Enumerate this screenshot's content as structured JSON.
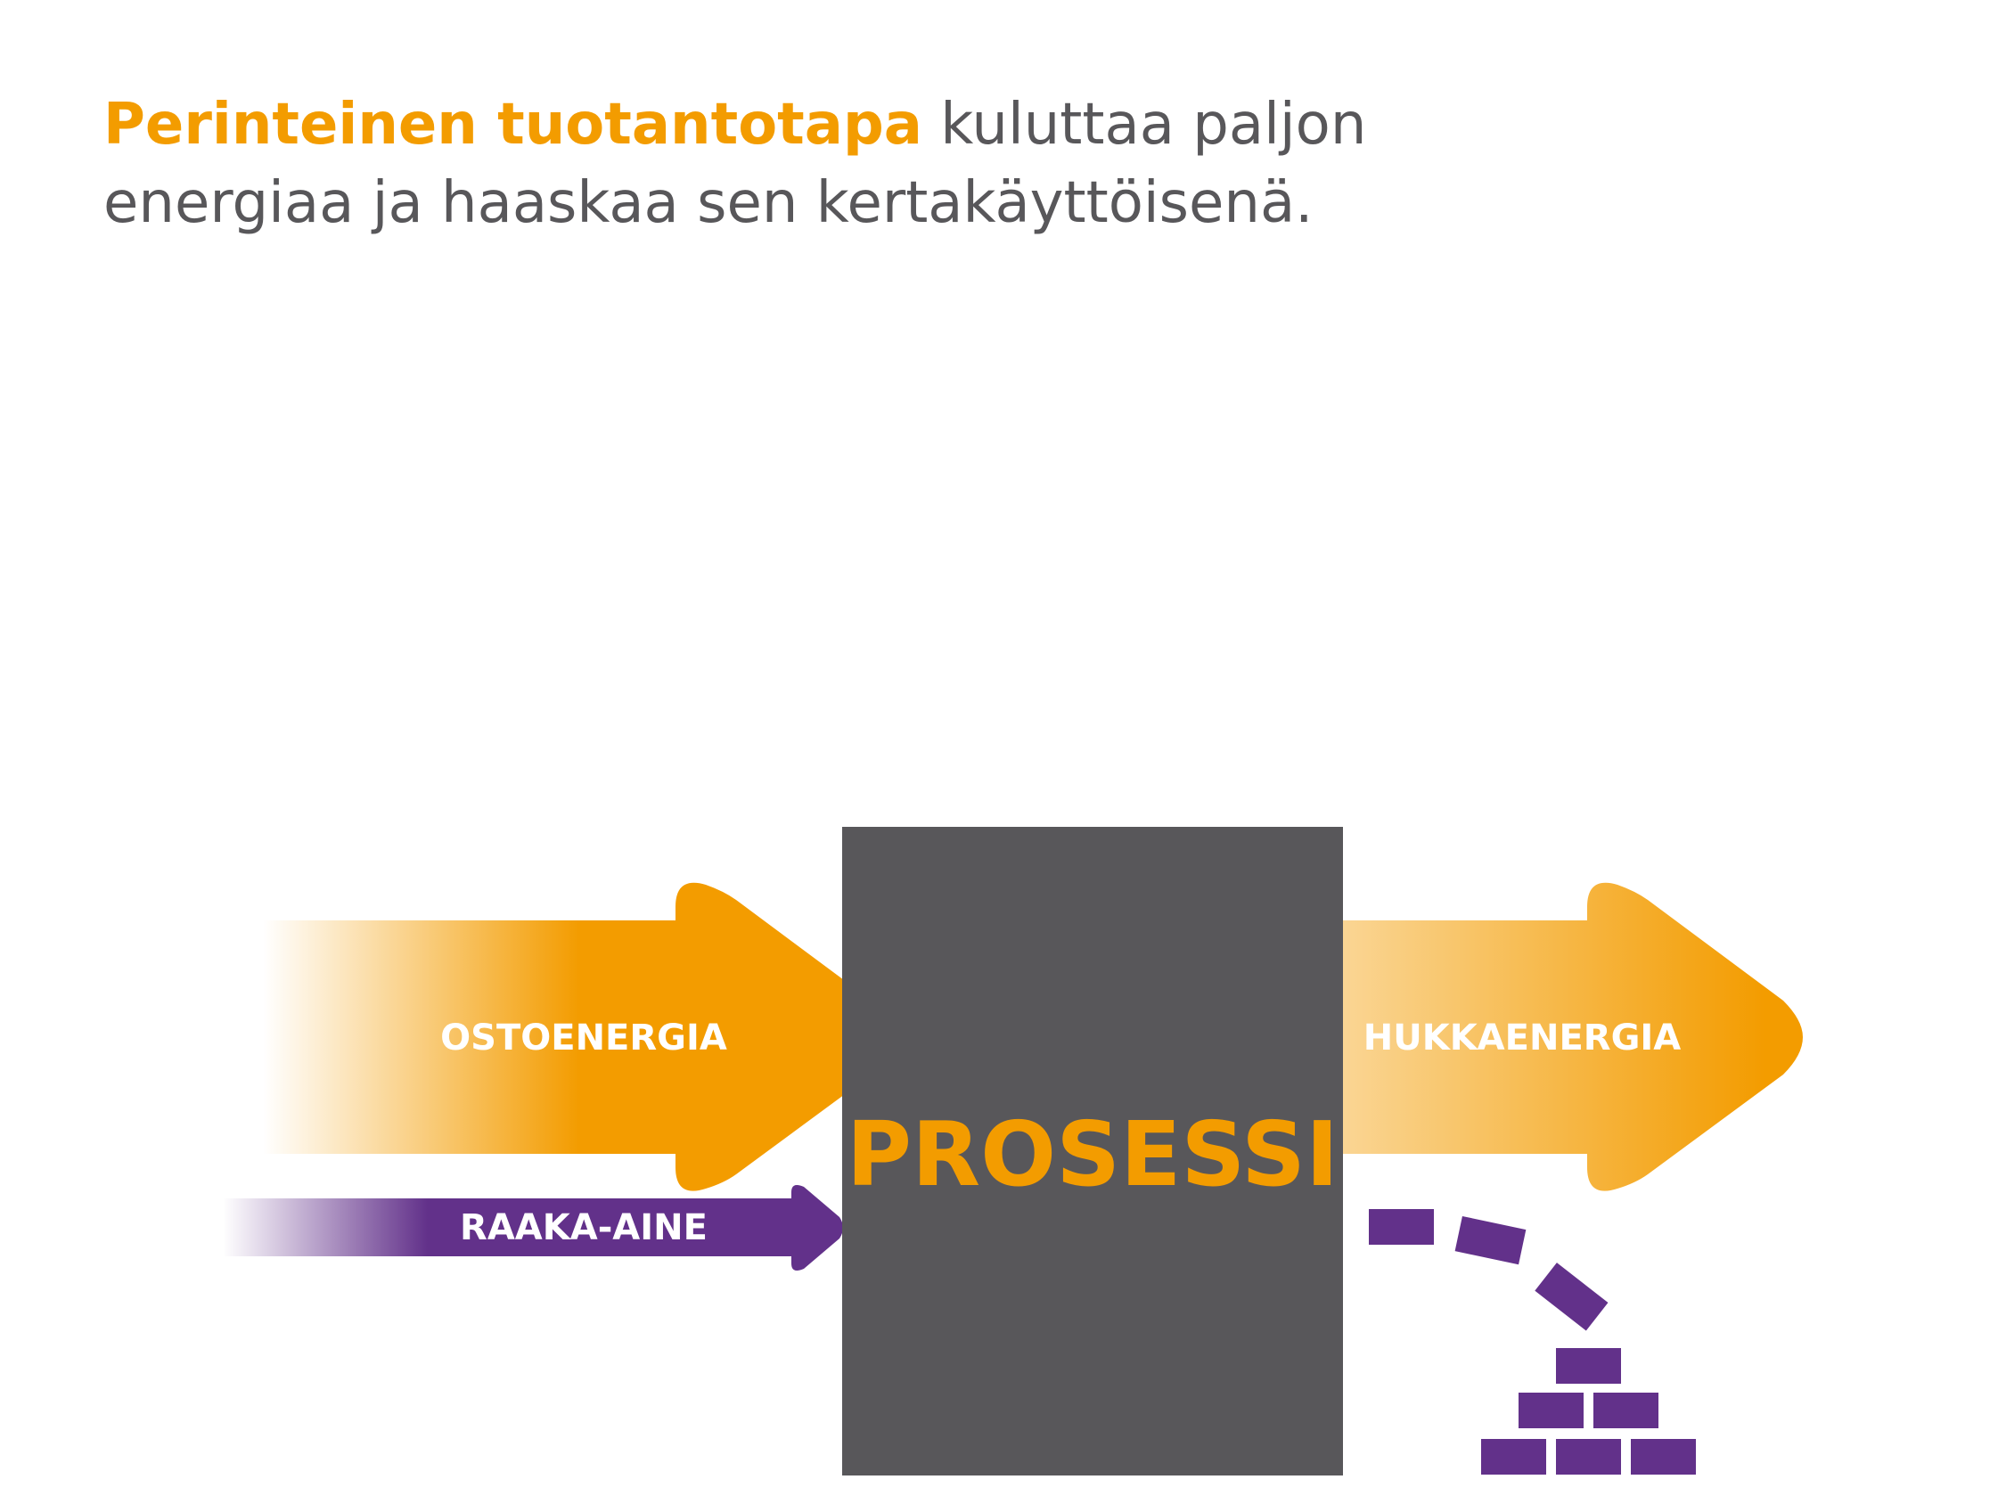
{
  "headline": {
    "emphasis": "Perinteinen tuotantotapa",
    "line1_rest": " kuluttaa paljon",
    "line2": "energiaa ja haaskaa sen kertakäyttöisenä."
  },
  "diagram": {
    "process_label": "PROSESSI",
    "input_energy_label": "OSTOENERGIA",
    "raw_material_label": "RAAKA-AINE",
    "waste_energy_label": "HUKKAENERGIA"
  },
  "colors": {
    "orange": "#f39c00",
    "purple": "#62318a",
    "process_gray": "#58575a",
    "text_gray": "#58575a"
  }
}
